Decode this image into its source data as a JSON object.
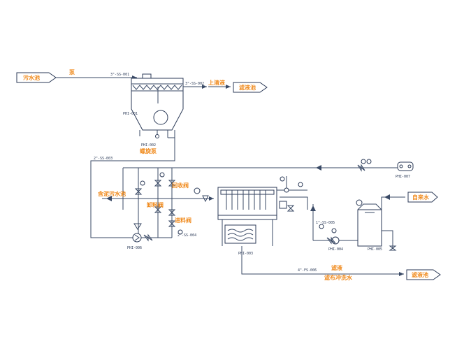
{
  "labels": {
    "wastewater_pool": "污水池",
    "pump_word": "泵",
    "supernatant": "上清液",
    "filtrate_pool": "滤液池",
    "sludge_pump": "螺旋泵",
    "tap_water": "自来水",
    "sludge_pool": "含泥污水池",
    "unload_valve": "卸料阀",
    "back_valve": "回收阀",
    "feed_valve": "进料阀",
    "filtrate": "滤液",
    "cloth_wash": "滤布冲洗水",
    "filtrate_pool_2": "滤液池"
  },
  "tags": {
    "thickener": "PHI-001",
    "pump_tag": "PHI-002",
    "feed_pump": "PHI-006",
    "filter_press": "PHI-003",
    "wash_pump": "PHI-004",
    "water_tank": "PHI-005",
    "compressor": "PHI-007",
    "line_inlet": "3\"-SS-001",
    "line_overflow": "3\"-SS-002",
    "line_return": "2\"-SS-003",
    "line_feed": "2\"-SS-004",
    "line_wash": "1\"-SS-005",
    "line_filtrate": "4\"-FS-006"
  },
  "colors": {
    "label": "#f08a1c",
    "line": "#3a4a66",
    "background": "#ffffff"
  }
}
